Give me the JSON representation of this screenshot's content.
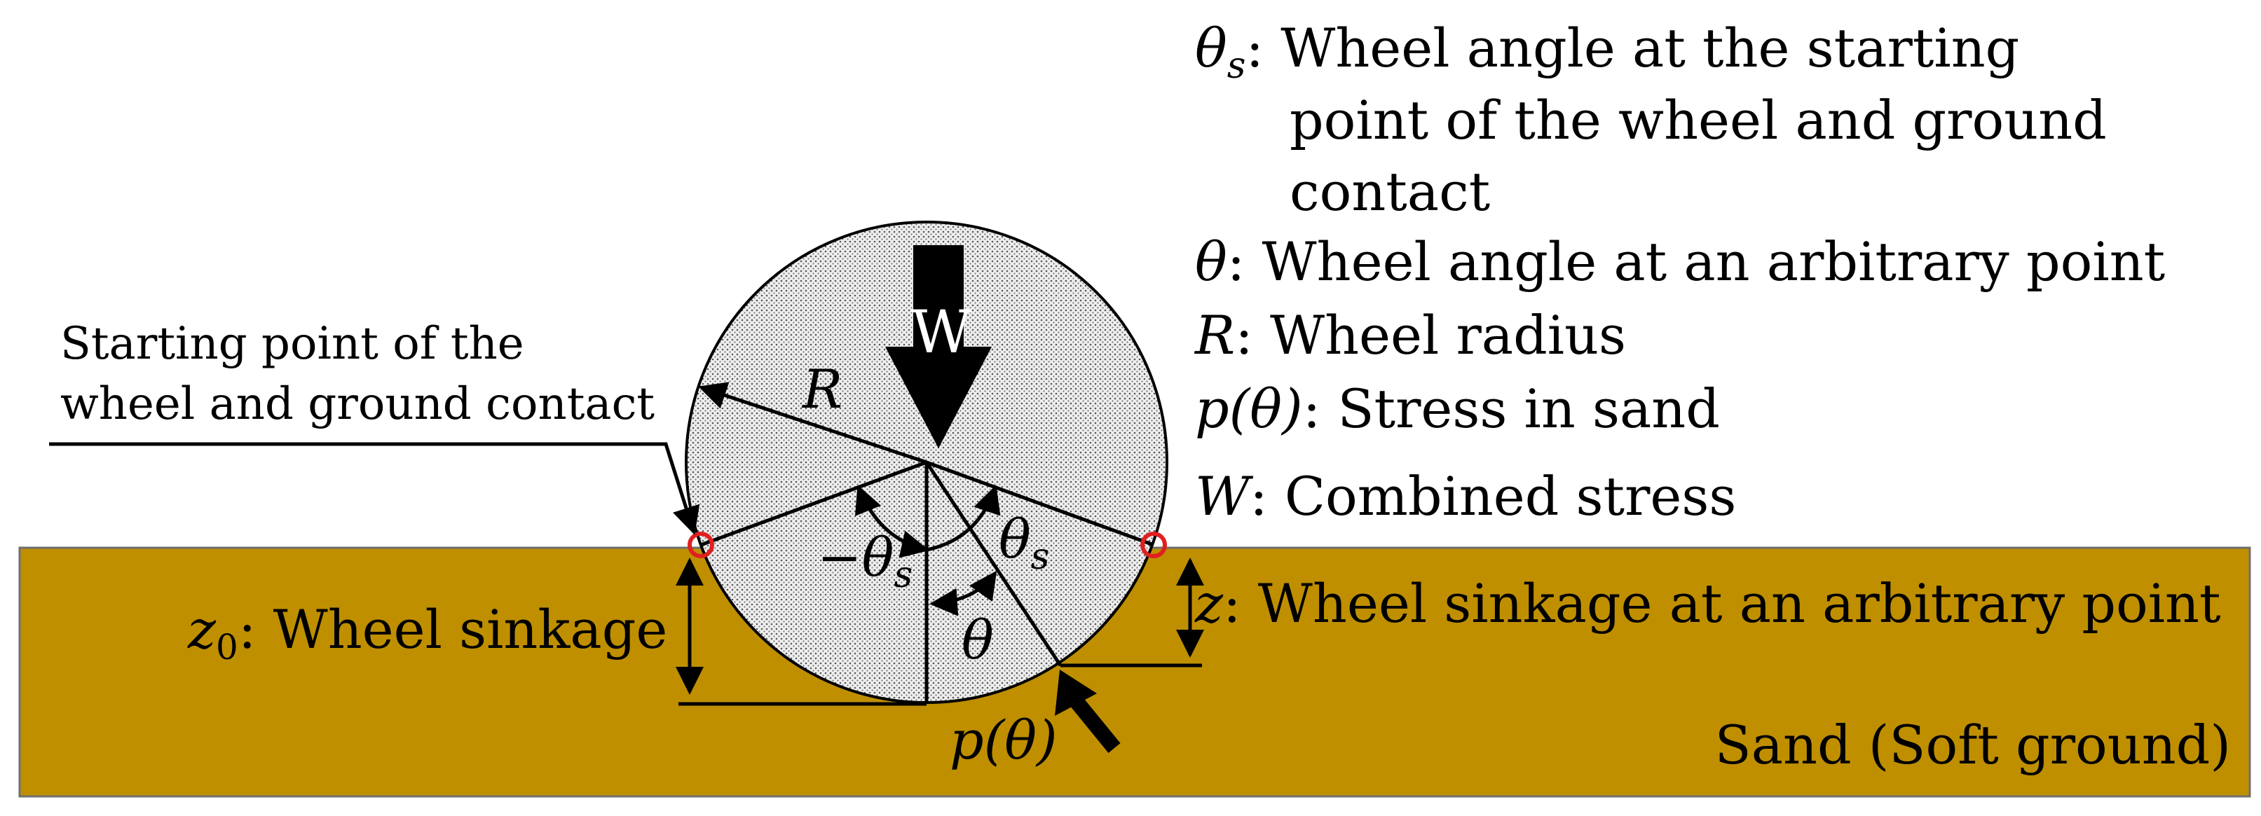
{
  "legend": {
    "theta_s_symbol": "θ",
    "theta_s_sub": "s",
    "theta_s_line1": ": Wheel angle at the starting",
    "theta_s_line2": "point of the wheel and ground",
    "theta_s_line3": "contact",
    "theta_symbol": "θ",
    "theta_text": ": Wheel angle at an arbitrary point",
    "r_symbol": "R",
    "r_text": ": Wheel radius",
    "p_symbol": "p(θ)",
    "p_text": ": Stress in sand",
    "w_symbol": "W",
    "w_text": ": Combined stress"
  },
  "labels": {
    "start_point_line1": "Starting point of the",
    "start_point_line2": "wheel and ground contact",
    "z0_symbol": "z",
    "z0_sub": "0",
    "z0_text": ": Wheel sinkage",
    "z_symbol": "z",
    "z_text": ": Wheel sinkage at an arbitrary point",
    "sand": "Sand (Soft ground)",
    "radius": "R",
    "weight": "W",
    "neg_theta_s_minus": "−θ",
    "neg_theta_s_sub": "s",
    "theta_s_sym": "θ",
    "theta_s_sub": "s",
    "theta": "θ",
    "p_theta": "p(θ)"
  },
  "colors": {
    "sand": "#BF8F00",
    "sand_border": "#7a7a7a",
    "wheel_fill": "#e6e6e6",
    "contact_marker": "#e02020",
    "ink": "#000000"
  }
}
